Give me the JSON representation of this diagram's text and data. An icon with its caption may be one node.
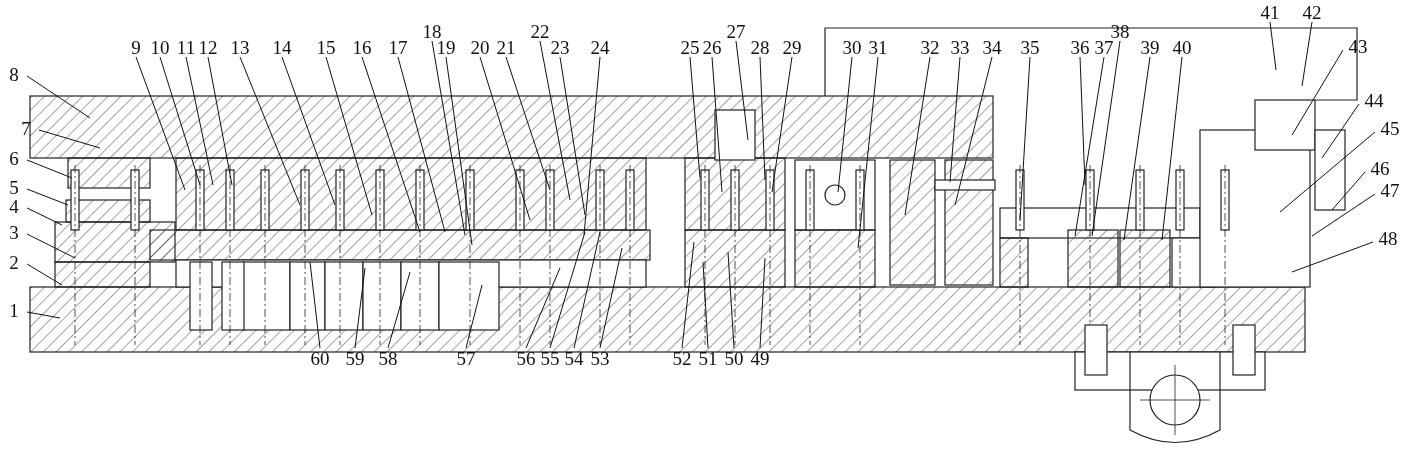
{
  "diagram": {
    "nodes": [
      {
        "text": [
          "1"
        ]
      },
      {
        "text": [
          "2"
        ]
      },
      {
        "text": [
          "3"
        ]
      },
      {
        "text": [
          "4"
        ]
      },
      {
        "text": [
          "5"
        ]
      },
      {
        "text": [
          "6"
        ]
      },
      {
        "text": [
          "7"
        ]
      },
      {
        "text": [
          "8"
        ]
      },
      {
        "text": [
          "9"
        ]
      },
      {
        "text": [
          "10"
        ]
      },
      {
        "text": [
          "11"
        ]
      },
      {
        "text": [
          "12"
        ]
      },
      {
        "text": [
          "13"
        ]
      },
      {
        "text": [
          "14"
        ]
      },
      {
        "text": [
          "15"
        ]
      },
      {
        "text": [
          "16"
        ]
      },
      {
        "text": [
          "17"
        ]
      },
      {
        "text": [
          "18"
        ]
      },
      {
        "text": [
          "19"
        ]
      },
      {
        "text": [
          "20"
        ]
      },
      {
        "text": [
          "21"
        ]
      },
      {
        "text": [
          "22"
        ]
      },
      {
        "text": [
          "23"
        ]
      },
      {
        "text": [
          "24"
        ]
      },
      {
        "text": [
          "25"
        ]
      },
      {
        "text": [
          "26"
        ]
      },
      {
        "text": [
          "27"
        ]
      },
      {
        "text": [
          "28"
        ]
      },
      {
        "text": [
          "29"
        ]
      },
      {
        "text": [
          "30"
        ]
      },
      {
        "text": [
          "31"
        ]
      },
      {
        "text": [
          "32"
        ]
      },
      {
        "text": [
          "33"
        ]
      },
      {
        "text": [
          "34"
        ]
      },
      {
        "text": [
          "35"
        ]
      },
      {
        "text": [
          "36"
        ]
      },
      {
        "text": [
          "37"
        ]
      },
      {
        "text": [
          "38"
        ]
      },
      {
        "text": [
          "39"
        ]
      },
      {
        "text": [
          "40"
        ]
      },
      {
        "text": [
          "41"
        ]
      },
      {
        "text": [
          "42"
        ]
      },
      {
        "text": [
          "43"
        ]
      },
      {
        "text": [
          "44"
        ]
      },
      {
        "text": [
          "45"
        ]
      },
      {
        "text": [
          "46"
        ]
      },
      {
        "text": [
          "47"
        ]
      },
      {
        "text": [
          "48"
        ]
      },
      {
        "text": [
          "49"
        ]
      },
      {
        "text": [
          "50"
        ]
      },
      {
        "text": [
          "51"
        ]
      },
      {
        "text": [
          "52"
        ]
      },
      {
        "text": [
          "53"
        ]
      },
      {
        "text": [
          "54"
        ]
      },
      {
        "text": [
          "55"
        ]
      },
      {
        "text": [
          "56"
        ]
      },
      {
        "text": [
          "57"
        ]
      },
      {
        "text": [
          "58"
        ]
      },
      {
        "text": [
          "59"
        ]
      },
      {
        "text": [
          "60"
        ]
      }
    ],
    "edges": [
      {
        "from": 0,
        "to": null,
        "arrow": "none"
      },
      {
        "from": 1,
        "to": null,
        "arrow": "none"
      },
      {
        "from": 2,
        "to": null,
        "arrow": "none"
      },
      {
        "from": 3,
        "to": null,
        "arrow": "none"
      },
      {
        "from": 4,
        "to": null,
        "arrow": "none"
      },
      {
        "from": 5,
        "to": null,
        "arrow": "none"
      },
      {
        "from": 6,
        "to": null,
        "arrow": "none"
      },
      {
        "from": 7,
        "to": null,
        "arrow": "none"
      },
      {
        "from": 8,
        "to": null,
        "arrow": "none"
      },
      {
        "from": 9,
        "to": null,
        "arrow": "none"
      },
      {
        "from": 10,
        "to": null,
        "arrow": "none"
      },
      {
        "from": 11,
        "to": null,
        "arrow": "none"
      },
      {
        "from": 12,
        "to": null,
        "arrow": "none"
      },
      {
        "from": 13,
        "to": null,
        "arrow": "none"
      },
      {
        "from": 14,
        "to": null,
        "arrow": "none"
      },
      {
        "from": 15,
        "to": null,
        "arrow": "none"
      },
      {
        "from": 16,
        "to": null,
        "arrow": "none"
      },
      {
        "from": 17,
        "to": null,
        "arrow": "none"
      },
      {
        "from": 18,
        "to": null,
        "arrow": "none"
      },
      {
        "from": 19,
        "to": null,
        "arrow": "none"
      },
      {
        "from": 20,
        "to": null,
        "arrow": "none"
      },
      {
        "from": 21,
        "to": null,
        "arrow": "none"
      },
      {
        "from": 22,
        "to": null,
        "arrow": "none"
      },
      {
        "from": 23,
        "to": null,
        "arrow": "none"
      },
      {
        "from": 24,
        "to": null,
        "arrow": "none"
      },
      {
        "from": 25,
        "to": null,
        "arrow": "none"
      },
      {
        "from": 26,
        "to": null,
        "arrow": "none"
      },
      {
        "from": 27,
        "to": null,
        "arrow": "none"
      },
      {
        "from": 28,
        "to": null,
        "arrow": "none"
      },
      {
        "from": 29,
        "to": null,
        "arrow": "none"
      },
      {
        "from": 30,
        "to": null,
        "arrow": "none"
      },
      {
        "from": 31,
        "to": null,
        "arrow": "none"
      },
      {
        "from": 32,
        "to": null,
        "arrow": "none"
      },
      {
        "from": 33,
        "to": null,
        "arrow": "none"
      },
      {
        "from": 34,
        "to": null,
        "arrow": "none"
      },
      {
        "from": 35,
        "to": null,
        "arrow": "none"
      },
      {
        "from": 36,
        "to": null,
        "arrow": "none"
      },
      {
        "from": 37,
        "to": null,
        "arrow": "none"
      },
      {
        "from": 38,
        "to": null,
        "arrow": "none"
      },
      {
        "from": 39,
        "to": null,
        "arrow": "none"
      },
      {
        "from": 40,
        "to": null,
        "arrow": "none"
      },
      {
        "from": 41,
        "to": null,
        "arrow": "none"
      },
      {
        "from": 42,
        "to": null,
        "arrow": "none"
      },
      {
        "from": 43,
        "to": null,
        "arrow": "none"
      },
      {
        "from": 44,
        "to": null,
        "arrow": "none"
      },
      {
        "from": 45,
        "to": null,
        "arrow": "none"
      },
      {
        "from": 46,
        "to": null,
        "arrow": "none"
      },
      {
        "from": 47,
        "to": null,
        "arrow": "none"
      },
      {
        "from": 48,
        "to": null,
        "arrow": "none"
      },
      {
        "from": 49,
        "to": null,
        "arrow": "none"
      },
      {
        "from": 50,
        "to": null,
        "arrow": "none"
      },
      {
        "from": 51,
        "to": null,
        "arrow": "none"
      },
      {
        "from": 52,
        "to": null,
        "arrow": "none"
      },
      {
        "from": 53,
        "to": null,
        "arrow": "none"
      },
      {
        "from": 54,
        "to": null,
        "arrow": "none"
      },
      {
        "from": 55,
        "to": null,
        "arrow": "none"
      },
      {
        "from": 56,
        "to": null,
        "arrow": "none"
      },
      {
        "from": 57,
        "to": null,
        "arrow": "none"
      },
      {
        "from": 58,
        "to": null,
        "arrow": "none"
      },
      {
        "from": 59,
        "to": null,
        "arrow": "none"
      }
    ]
  }
}
